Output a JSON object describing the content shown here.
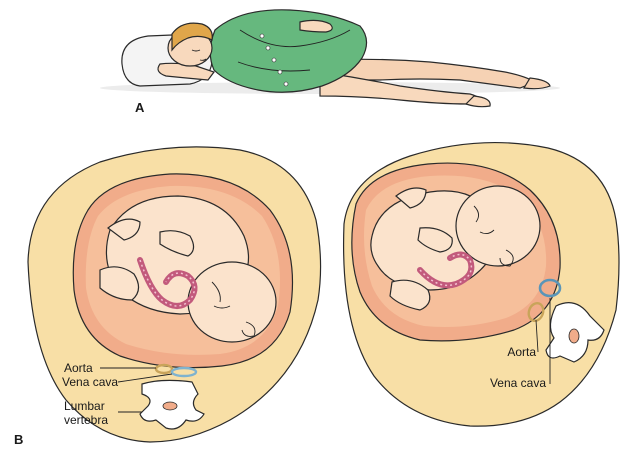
{
  "panels": {
    "a": "A",
    "b": "B"
  },
  "left_cross_section": {
    "aorta": "Aorta",
    "vena_cava": "Vena cava",
    "lumbar_line1": "Lumbar",
    "lumbar_line2": "vertebra"
  },
  "right_cross_section": {
    "aorta": "Aorta",
    "vena_cava": "Vena cava"
  },
  "colors": {
    "body_section": "#f8dfa6",
    "uterus": "#f1ac8a",
    "amniotic": "#f6bf9b",
    "fetus_skin": "#fbe3cc",
    "gown": "#66b87e",
    "aorta": "#c9a45a",
    "vena_cava": "#7fb3cf"
  }
}
